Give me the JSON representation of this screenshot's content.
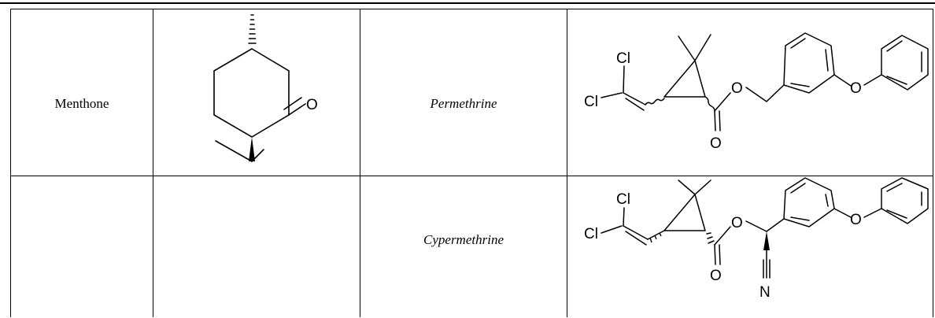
{
  "table": {
    "rows": [
      {
        "col1_name": "Menthone",
        "col2_structure_atoms": {
          "oxygen": "O"
        },
        "col3_name": "Permethrine",
        "col4_structure_atoms": {
          "chlorine_top": "Cl",
          "chlorine_left": "Cl",
          "ester_oxygen": "O",
          "carbonyl_oxygen": "O",
          "ether_oxygen": "O"
        }
      },
      {
        "col1_name": "",
        "col2_structure_atoms": {},
        "col3_name": "Cypermethrine",
        "col4_structure_atoms": {
          "chlorine_top": "Cl",
          "chlorine_left": "Cl",
          "ester_oxygen": "O",
          "carbonyl_oxygen": "O",
          "ether_oxygen": "O",
          "nitrile_nitrogen": "N"
        }
      }
    ]
  }
}
